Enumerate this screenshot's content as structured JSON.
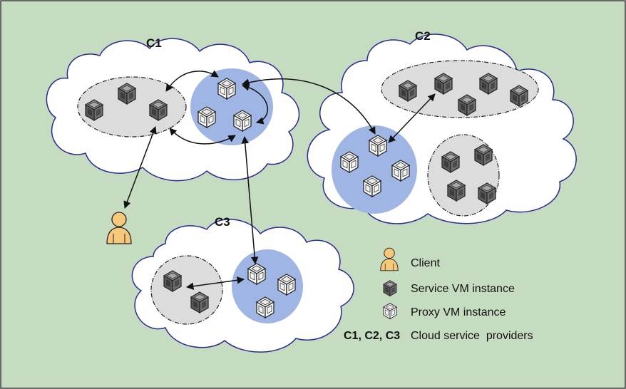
{
  "colors": {
    "background": "#c6dcc0",
    "border": "#3a3a3a",
    "cloud_fill": "#ffffff",
    "cloud_stroke": "#2a2a9a",
    "service_group_fill": "#dcdcdc",
    "proxy_group_fill": "#9fb5e3",
    "service_cube": "#4a4a4a",
    "proxy_cube": "#ffffff",
    "client_fill": "#f6c87a",
    "arrow": "#111111"
  },
  "clouds": [
    {
      "id": "c1",
      "label": "C1"
    },
    {
      "id": "c2",
      "label": "C2"
    },
    {
      "id": "c3",
      "label": "C3"
    }
  ],
  "legend": {
    "client": "Client",
    "service_vm": "Service VM instance",
    "proxy_vm": "Proxy VM instance",
    "providers_key": "C1, C2, C3",
    "providers": "Cloud service  providers"
  },
  "icons": {
    "client": "person-icon",
    "service_vm": "dark-cube-icon",
    "proxy_vm": "white-cube-icon"
  }
}
